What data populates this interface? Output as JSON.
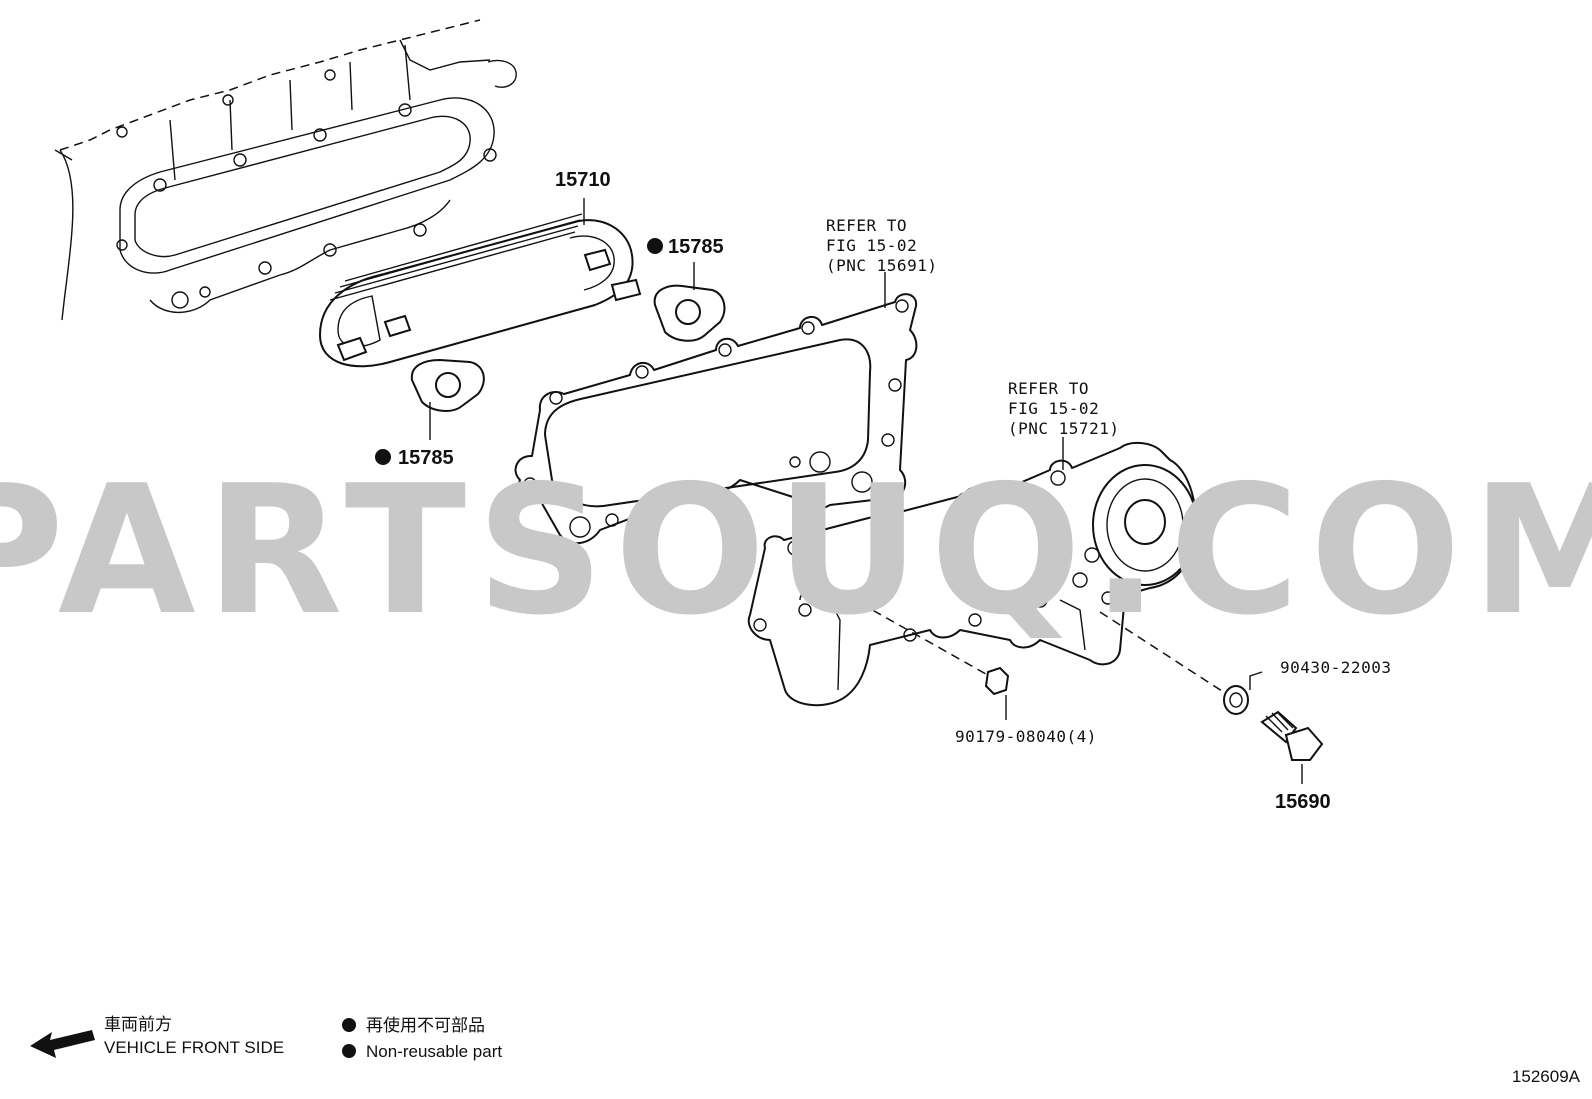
{
  "watermark": "PARTSOUQ.COM",
  "callouts": {
    "oil_cooler": "15710",
    "gasket_upper": "15785",
    "gasket_lower": "15785",
    "cover_gasket_ref": [
      "REFER TO",
      "FIG 15-02",
      "(PNC 15691)"
    ],
    "cover_ref": [
      "REFER TO",
      "FIG 15-02",
      "(PNC 15721)"
    ],
    "nut": "90179-08040(4)",
    "washer": "90430-22003",
    "relief_valve": "15690"
  },
  "legend": {
    "front_jp": "車両前方",
    "front_en": "VEHICLE FRONT SIDE",
    "nonreusable_jp": "再使用不可部品",
    "nonreusable_en": "Non-reusable part"
  },
  "figure_id": "152609A"
}
